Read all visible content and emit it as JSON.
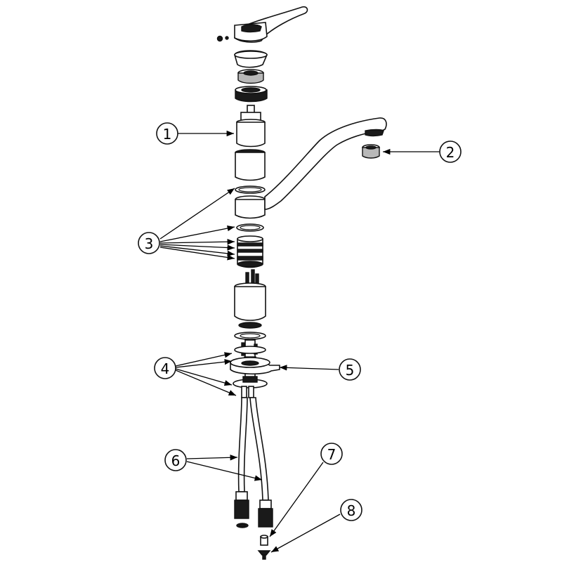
{
  "callouts": [
    {
      "id": "1",
      "label": "1"
    },
    {
      "id": "2",
      "label": "2"
    },
    {
      "id": "3",
      "label": "3"
    },
    {
      "id": "4",
      "label": "4"
    },
    {
      "id": "5",
      "label": "5"
    },
    {
      "id": "6",
      "label": "6"
    },
    {
      "id": "7",
      "label": "7"
    },
    {
      "id": "8",
      "label": "8"
    }
  ],
  "colors": {
    "line": "#111111",
    "fill": "#ffffff",
    "dark": "#1a1a1a",
    "grey": "#b8b8b8"
  }
}
